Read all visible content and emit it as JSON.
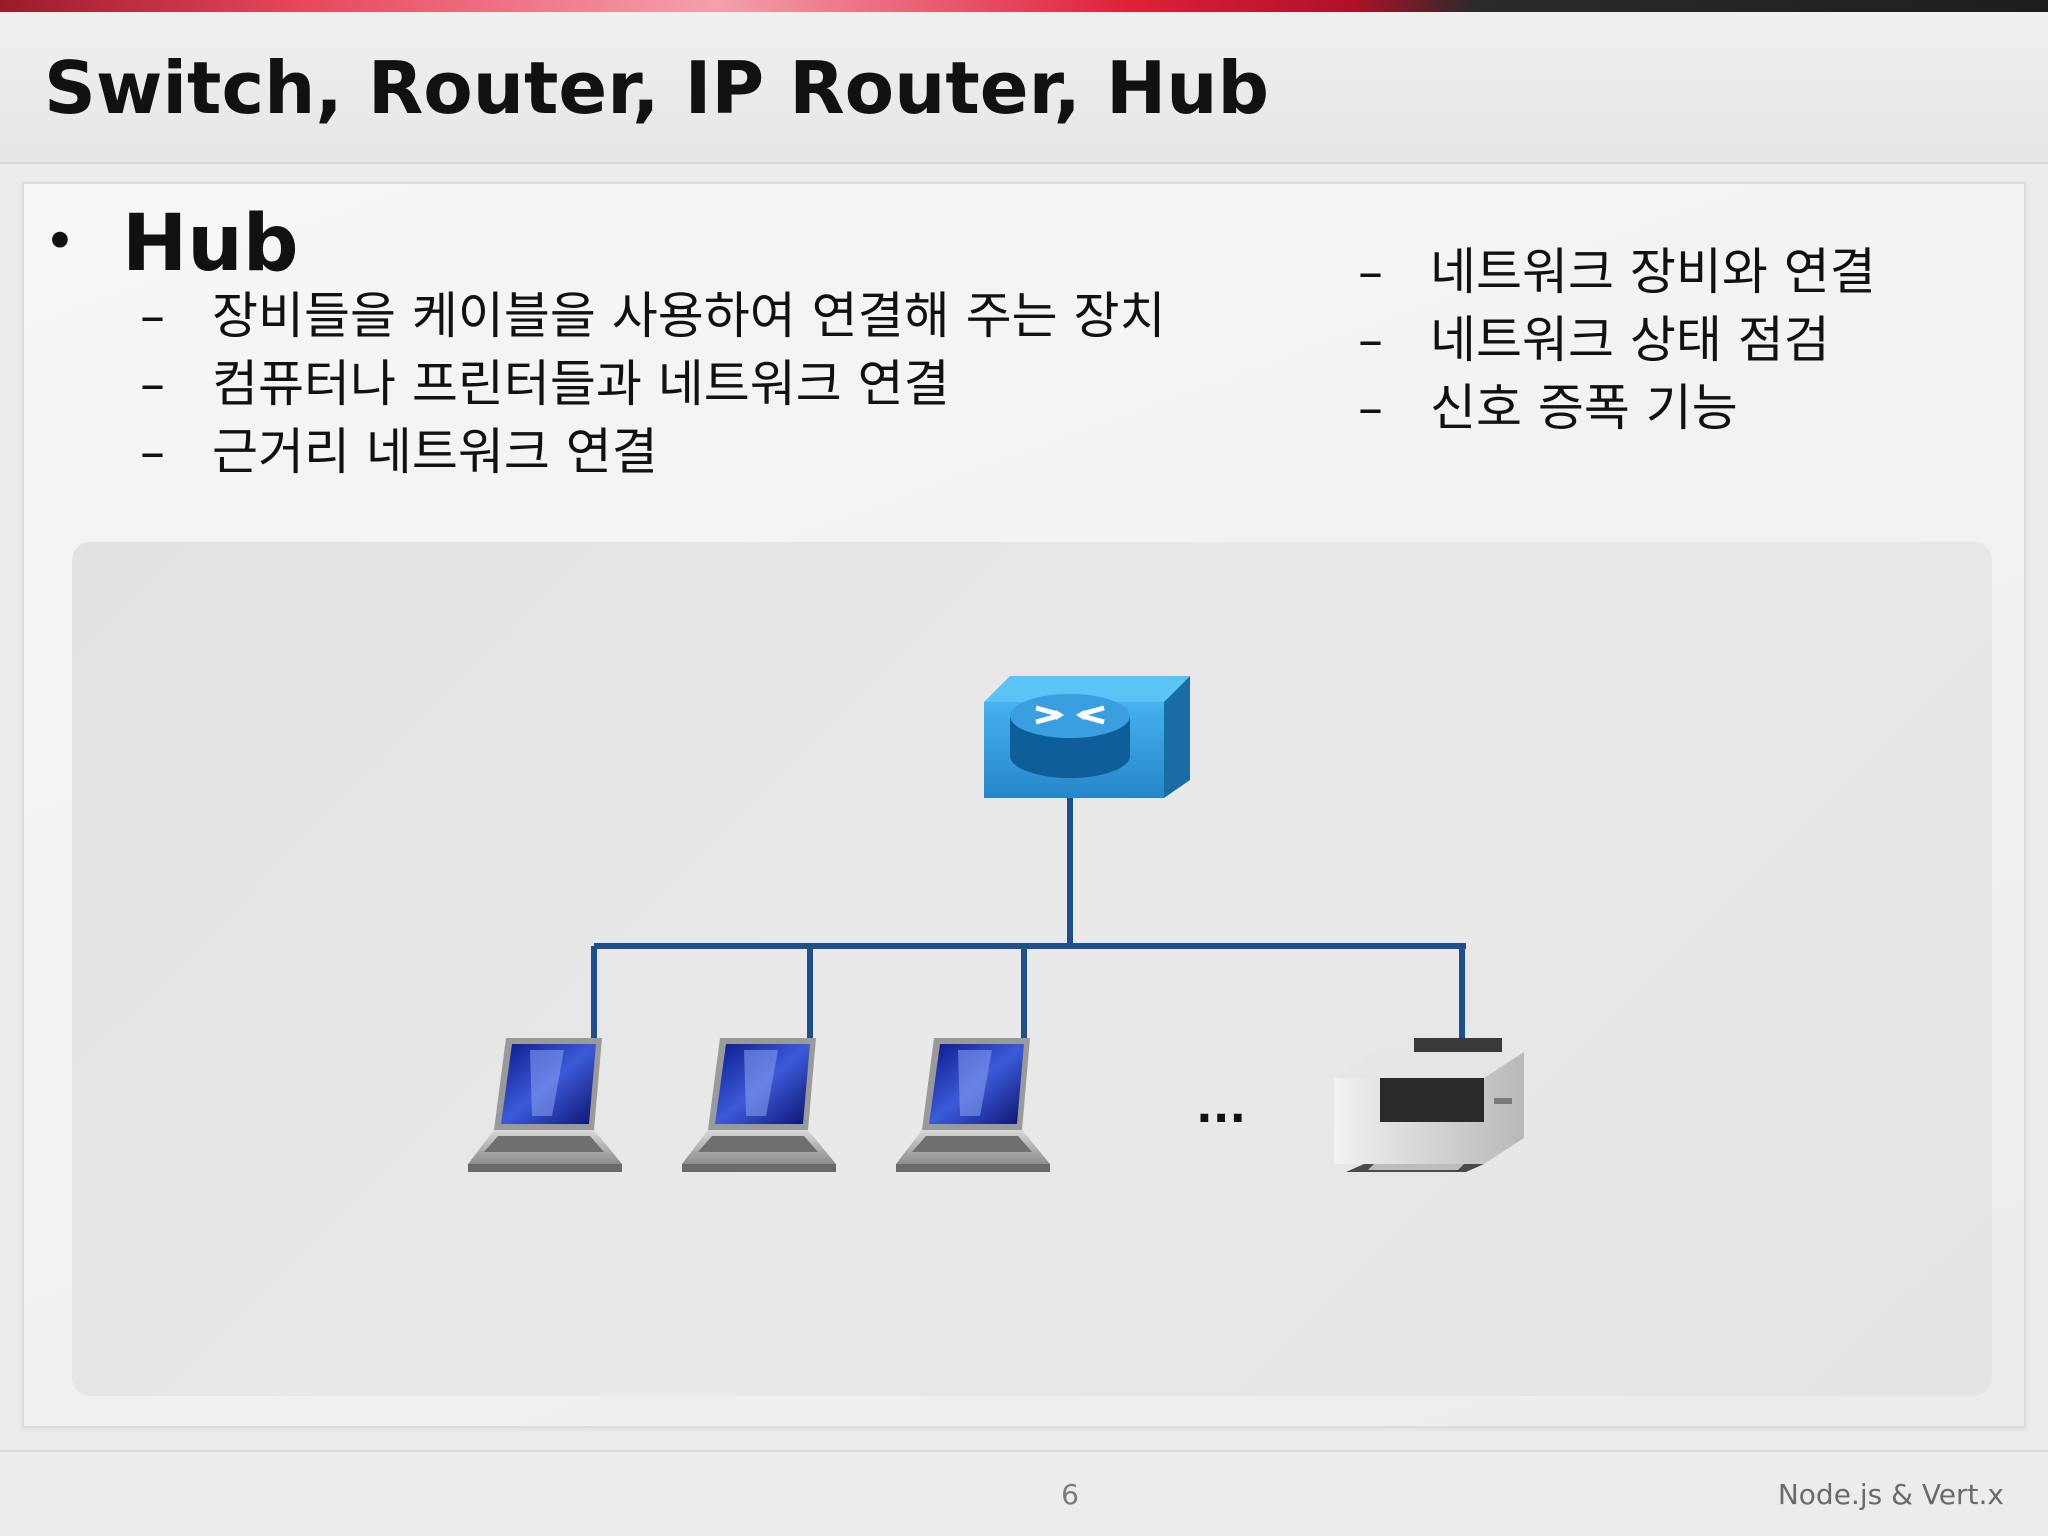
{
  "slide": {
    "title": "Switch, Router, IP Router, Hub",
    "bullet": {
      "heading": "Hub",
      "left_items": [
        "장비들을 케이블을 사용하여 연결해 주는 장치",
        "컴퓨터나 프린터들과 네트워크 연결",
        "근거리 네트워크 연결"
      ],
      "right_items": [
        "네트워크 장비와 연결",
        "네트워크 상태 점검",
        "신호 증폭 기능"
      ],
      "dash": "–"
    },
    "diagram": {
      "hub_icon": "network-hub-icon",
      "laptop_icon": "laptop-icon",
      "printer_icon": "printer-icon",
      "ellipsis": "...",
      "line_color": "#1f4e8c",
      "hub_color": "#2a8ac8"
    }
  },
  "footer": {
    "page_number": "6",
    "brand": "Node.js & Vert.x"
  },
  "colors": {
    "accent_red": "#e0203a",
    "text": "#111111"
  }
}
